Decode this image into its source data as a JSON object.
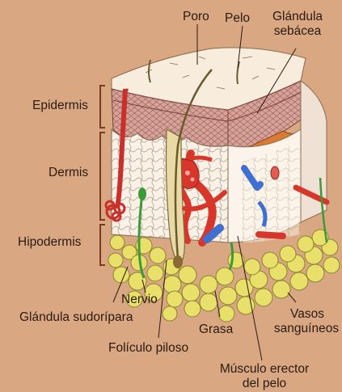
{
  "labels": {
    "poro": "Poro",
    "pelo": "Pelo",
    "glandula_sebacea_1": "Glándula",
    "glandula_sebacea_2": "sebácea",
    "epidermis": "Epidermis",
    "dermis": "Dermis",
    "hipodermis": "Hipodermis",
    "nervio": "Nervio",
    "glandula_sudoripara": "Glándula sudorípara",
    "grasa": "Grasa",
    "vasos_1": "Vasos",
    "vasos_2": "sanguíneos",
    "foliculo": "Folículo piloso",
    "musculo_1": "Músculo erector",
    "musculo_2": "del pelo"
  },
  "colors": {
    "background": "#d9a882",
    "epidermis_top": "#f7eadb",
    "epidermis_side": "#c98b7a",
    "dermis": "#fbeee3",
    "vessel_red": "#d9362b",
    "vessel_blue": "#3f6fd0",
    "fat": "#e9e36b",
    "nerve": "#3c9a3a",
    "hair": "#6a5a2a",
    "leader": "#2a1a12"
  }
}
